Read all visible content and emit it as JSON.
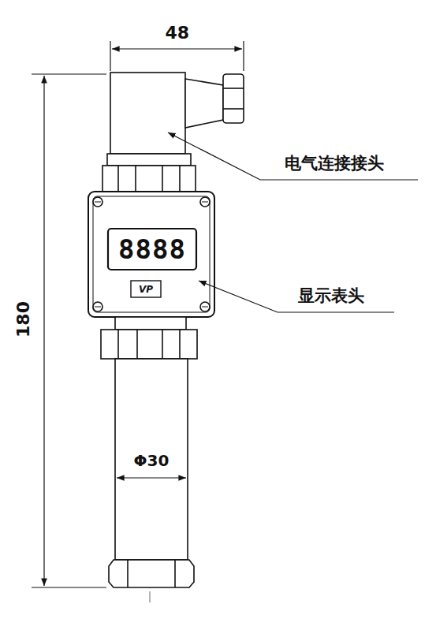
{
  "diagram": {
    "labels": [
      "48",
      "电气连接接头",
      "8888",
      "VP",
      "显示表头",
      "180",
      "Φ30"
    ]
  }
}
